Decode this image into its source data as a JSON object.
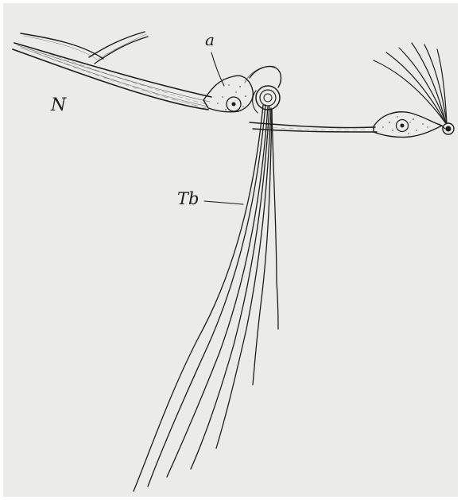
{
  "figure": {
    "labels": {
      "nerve": "N",
      "cell": "a",
      "bundle": "Tb"
    }
  },
  "colors": {
    "paper": "#ebebea",
    "ink": "#1c1c1c",
    "stipple": "#4a4a4a"
  }
}
